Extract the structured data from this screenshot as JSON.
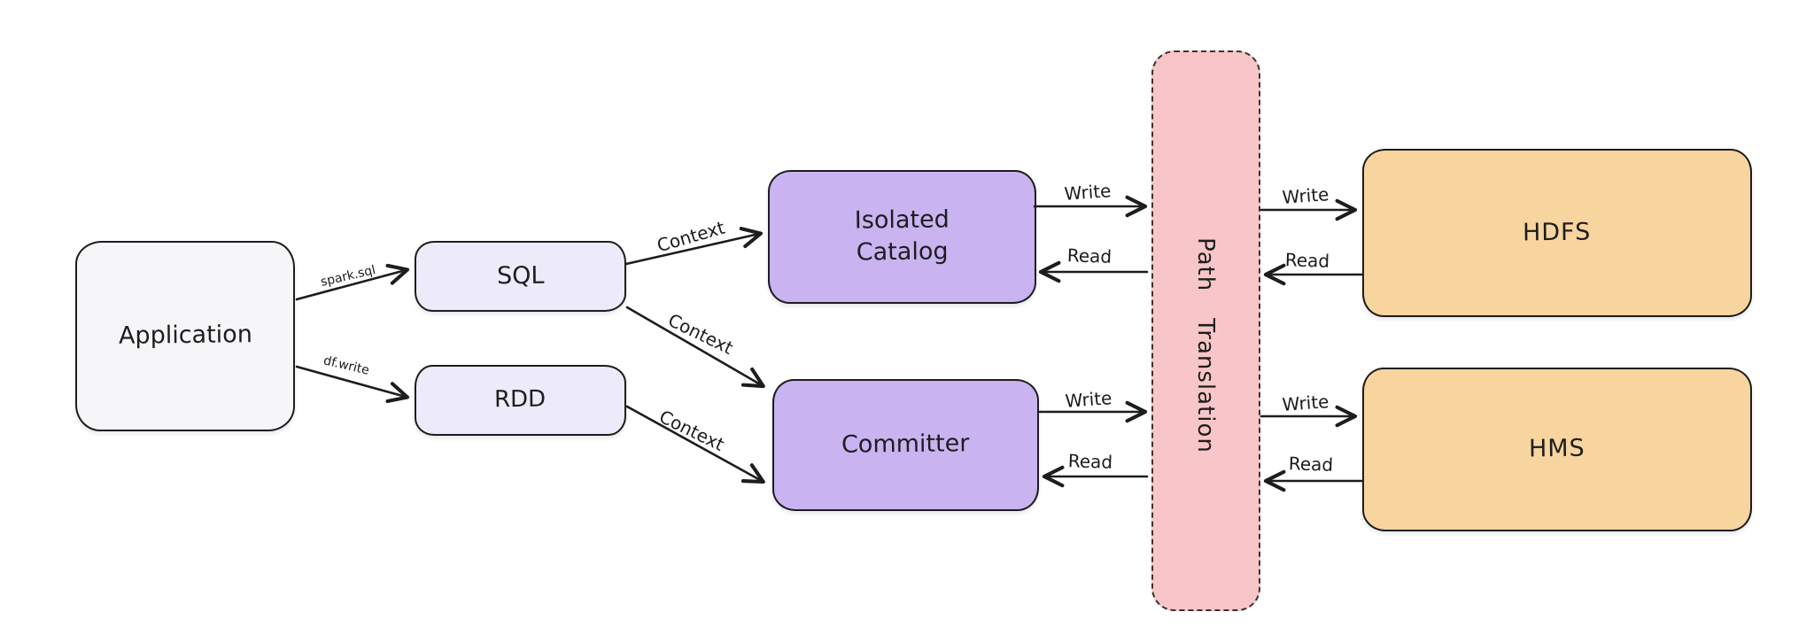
{
  "diagram": {
    "nodes": {
      "application": {
        "label": "Application",
        "fill": "#f6f5f7"
      },
      "sql": {
        "label": "SQL",
        "fill": "#edeafa"
      },
      "rdd": {
        "label": "RDD",
        "fill": "#edeafa"
      },
      "isolated_catalog": {
        "label": "Isolated Catalog",
        "fill": "#c9b3f1"
      },
      "committer": {
        "label": "Committer",
        "fill": "#c9b3f1"
      },
      "path_translation": {
        "words": [
          "Path",
          "Translation"
        ],
        "fill": "#f8c6c8",
        "border_style": "dashed"
      },
      "hdfs": {
        "label": "HDFS",
        "fill": "#f8d49e"
      },
      "hms": {
        "label": "HMS",
        "fill": "#f8d49e"
      }
    },
    "edge_labels": {
      "app_to_sql": "spark.sql",
      "app_to_rdd": "df.write",
      "sql_to_catalog": "Context",
      "sql_to_committer": "Context",
      "rdd_to_committer": "Context",
      "catalog_to_path_write": "Write",
      "path_to_catalog_read": "Read",
      "path_to_hdfs_write": "Write",
      "hdfs_to_path_read": "Read",
      "committer_to_path_write": "Write",
      "path_to_committer_read": "Read",
      "path_to_hms_write": "Write",
      "hms_to_path_read": "Read"
    },
    "colors": {
      "background": "#ffffff",
      "stroke": "#1d1d1d",
      "text": "#1b1b1b"
    }
  }
}
